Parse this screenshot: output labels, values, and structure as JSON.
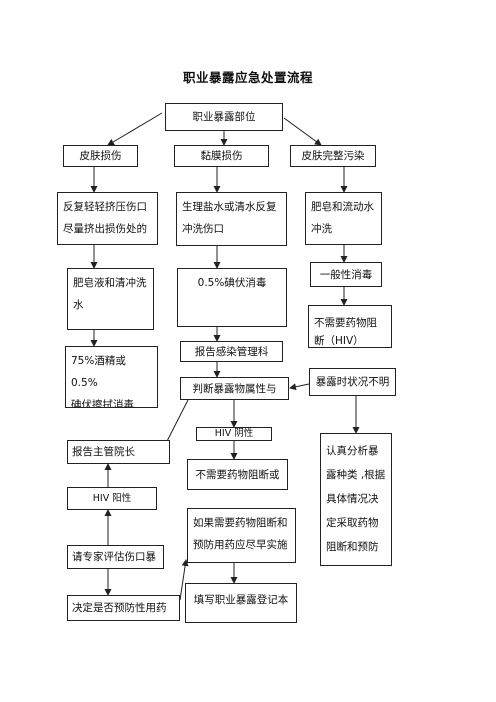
{
  "title": "职业暴露应急处置流程",
  "nodes": {
    "start": "职业暴露部位",
    "skin_injury": "皮肤损伤",
    "mucosa": "黏膜损伤",
    "skin_intact": "皮肤完整污染",
    "squeeze": [
      "反复轻轻挤压伤口",
      "尽量挤出损伤处的"
    ],
    "saline": [
      "生理盐水或清水反复",
      "冲洗伤口"
    ],
    "soap_water": [
      "肥皂和流动水",
      "冲洗"
    ],
    "soap_rinse": [
      "肥皂液和清冲洗",
      "水"
    ],
    "iodophor": "0.5%碘伏消毒",
    "general_disinfect": "一般性消毒",
    "no_drug": [
      "不需要药物阻",
      "断（HIV）"
    ],
    "alcohol": [
      "75%酒精或 0.5%",
      "碘伏擦拭消毒"
    ],
    "report_infection": "报告感染管理科",
    "judge_source": "判断暴露物属性与",
    "status_unknown": "暴露时状况不明",
    "hiv_negative": "HIV 阴性",
    "report_leader": "报告主管院长",
    "no_block": "不需要药物阻断或",
    "hiv_positive": "HIV 阳性",
    "evaluate": [
      "认真分析暴",
      "露种类 ,根据",
      "具体情况决",
      "定采取药物",
      "阻断和预防"
    ],
    "if_block": [
      "如果需要药物阻断和",
      "预防用药应尽早实施"
    ],
    "expert": "请专家评估伤口暴",
    "decide": "决定是否预防性用药",
    "register": "填写职业暴露登记本"
  }
}
